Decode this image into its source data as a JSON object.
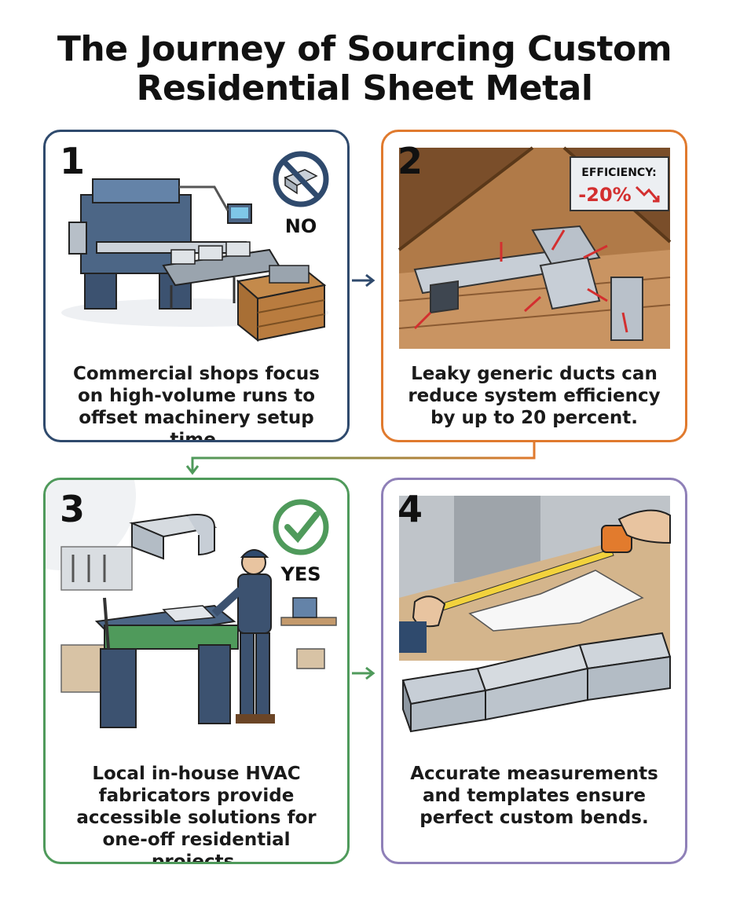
{
  "title": {
    "line1": "The Journey of Sourcing Custom",
    "line2": "Residential Sheet Metal"
  },
  "steps": [
    {
      "number": "1",
      "badge": "NO",
      "caption": "Commercial shops focus on high-volume runs to offset machinery setup time.",
      "color": "#2f4a6d"
    },
    {
      "number": "2",
      "sign_label": "EFFICIENCY:",
      "sign_value": "-20%",
      "caption": "Leaky generic ducts can reduce system efficiency by up to 20 percent.",
      "color": "#e07a2e"
    },
    {
      "number": "3",
      "badge": "YES",
      "caption": "Local in-house HVAC fabricators provide accessible solutions for one-off residential projects.",
      "color": "#4f9a5b"
    },
    {
      "number": "4",
      "caption": "Accurate measurements and templates ensure perfect custom bends.",
      "color": "#8f80b8"
    }
  ],
  "icons": {
    "no_symbol": "prohibited-duct-icon",
    "yes_symbol": "check-circle-icon",
    "efficiency_arrow": "trend-down-icon"
  }
}
